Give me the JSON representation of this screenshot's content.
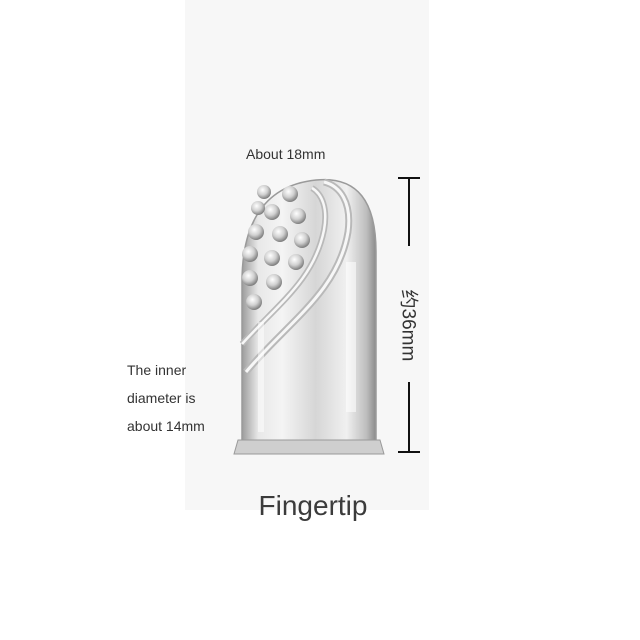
{
  "labels": {
    "top_width": "About 18mm",
    "inner_line1": "The inner",
    "inner_line2": "diameter is",
    "inner_line3": "about 14mm",
    "height": "约36mm",
    "caption": "Fingertip"
  },
  "colors": {
    "background": "#ffffff",
    "panel": "#f7f7f7",
    "text": "#333333",
    "dimension_line": "#111111"
  }
}
